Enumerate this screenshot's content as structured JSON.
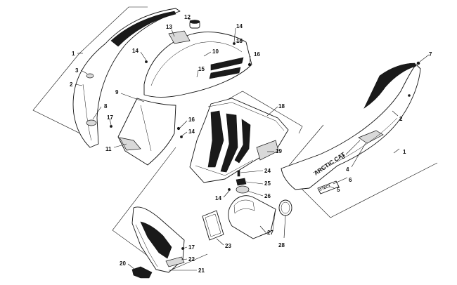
{
  "diagram": {
    "callouts": [
      {
        "id": "c1a",
        "text": "1"
      },
      {
        "id": "c1b",
        "text": "1"
      },
      {
        "id": "c2a",
        "text": "2"
      },
      {
        "id": "c2b",
        "text": "2"
      },
      {
        "id": "c3a",
        "text": "3"
      },
      {
        "id": "c3b",
        "text": "3"
      },
      {
        "id": "c4",
        "text": "4"
      },
      {
        "id": "c5",
        "text": "5"
      },
      {
        "id": "c6",
        "text": "6"
      },
      {
        "id": "c7",
        "text": "7"
      },
      {
        "id": "c8",
        "text": "8"
      },
      {
        "id": "c9",
        "text": "9"
      },
      {
        "id": "c10",
        "text": "10"
      },
      {
        "id": "c11",
        "text": "11"
      },
      {
        "id": "c12",
        "text": "12"
      },
      {
        "id": "c13",
        "text": "13"
      },
      {
        "id": "c14a",
        "text": "14"
      },
      {
        "id": "c14b",
        "text": "14"
      },
      {
        "id": "c14c",
        "text": "14"
      },
      {
        "id": "c14d",
        "text": "14"
      },
      {
        "id": "c15a",
        "text": "15"
      },
      {
        "id": "c15b",
        "text": "15"
      },
      {
        "id": "c16a",
        "text": "16"
      },
      {
        "id": "c16b",
        "text": "16"
      },
      {
        "id": "c17a",
        "text": "17"
      },
      {
        "id": "c17b",
        "text": "17"
      },
      {
        "id": "c18",
        "text": "18"
      },
      {
        "id": "c19",
        "text": "19"
      },
      {
        "id": "c20",
        "text": "20"
      },
      {
        "id": "c21",
        "text": "21"
      },
      {
        "id": "c22",
        "text": "22"
      },
      {
        "id": "c23",
        "text": "23"
      },
      {
        "id": "c24",
        "text": "24"
      },
      {
        "id": "c25",
        "text": "25"
      },
      {
        "id": "c26",
        "text": "26"
      },
      {
        "id": "c27",
        "text": "27"
      },
      {
        "id": "c28",
        "text": "28"
      }
    ],
    "decal_text": {
      "brand": "ARCTIC CAT",
      "model": "CTEC2"
    }
  }
}
